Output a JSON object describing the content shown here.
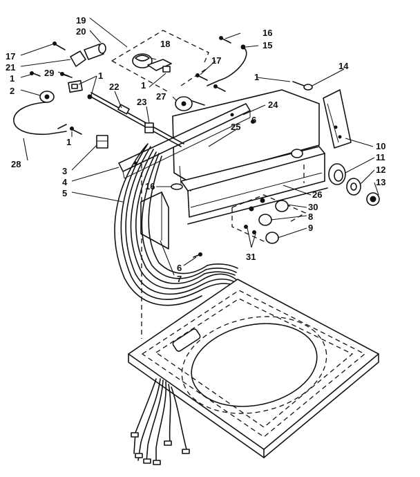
{
  "callouts": [
    {
      "id": "c1a",
      "text": "1"
    },
    {
      "id": "c1b",
      "text": "1"
    },
    {
      "id": "c1c",
      "text": "1"
    },
    {
      "id": "c1d",
      "text": "1"
    },
    {
      "id": "c1e",
      "text": "1"
    },
    {
      "id": "c2",
      "text": "2"
    },
    {
      "id": "c3",
      "text": "3"
    },
    {
      "id": "c4",
      "text": "4"
    },
    {
      "id": "c5",
      "text": "5"
    },
    {
      "id": "c6a",
      "text": "6"
    },
    {
      "id": "c6b",
      "text": "6"
    },
    {
      "id": "c7",
      "text": "7"
    },
    {
      "id": "c8",
      "text": "8"
    },
    {
      "id": "c9",
      "text": "9"
    },
    {
      "id": "c10",
      "text": "10"
    },
    {
      "id": "c11",
      "text": "11"
    },
    {
      "id": "c12",
      "text": "12"
    },
    {
      "id": "c13",
      "text": "13"
    },
    {
      "id": "c14",
      "text": "14"
    },
    {
      "id": "c15",
      "text": "15"
    },
    {
      "id": "c16a",
      "text": "16"
    },
    {
      "id": "c16b",
      "text": "16"
    },
    {
      "id": "c17a",
      "text": "17"
    },
    {
      "id": "c17b",
      "text": "17"
    },
    {
      "id": "c18",
      "text": "18"
    },
    {
      "id": "c19",
      "text": "19"
    },
    {
      "id": "c20",
      "text": "20"
    },
    {
      "id": "c21",
      "text": "21"
    },
    {
      "id": "c22",
      "text": "22"
    },
    {
      "id": "c23",
      "text": "23"
    },
    {
      "id": "c24",
      "text": "24"
    },
    {
      "id": "c25",
      "text": "25"
    },
    {
      "id": "c26",
      "text": "26"
    },
    {
      "id": "c27",
      "text": "27"
    },
    {
      "id": "c28",
      "text": "28"
    },
    {
      "id": "c29",
      "text": "29"
    },
    {
      "id": "c30",
      "text": "30"
    },
    {
      "id": "c31",
      "text": "31"
    }
  ]
}
